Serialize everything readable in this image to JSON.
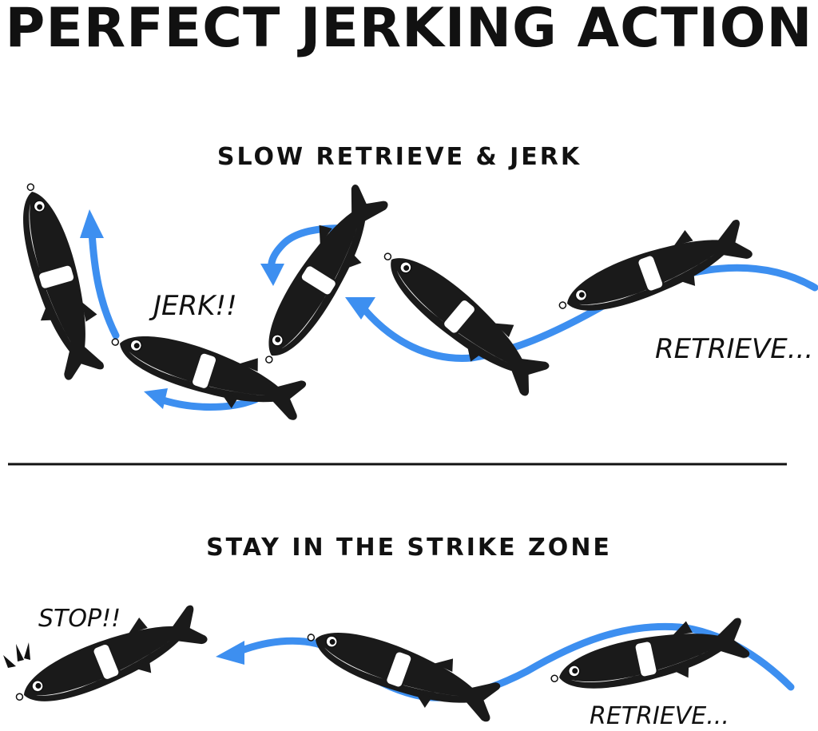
{
  "title": "PERFECT JERKING ACTION",
  "sections": [
    {
      "heading": "SLOW RETRIEVE & JERK",
      "labels": {
        "jerk": "JERK!!",
        "retrieve": "RETRIEVE..."
      }
    },
    {
      "heading": "STAY IN THE STRIKE ZONE",
      "labels": {
        "stop": "STOP!!",
        "retrieve": "RETRIEVE..."
      }
    }
  ],
  "colors": {
    "arrow": "#3d8ff0",
    "text": "#111111",
    "fish": "#1a1a1a"
  },
  "icons": [
    "fish-lure-icon",
    "curved-arrow-icon",
    "impact-burst-icon"
  ]
}
